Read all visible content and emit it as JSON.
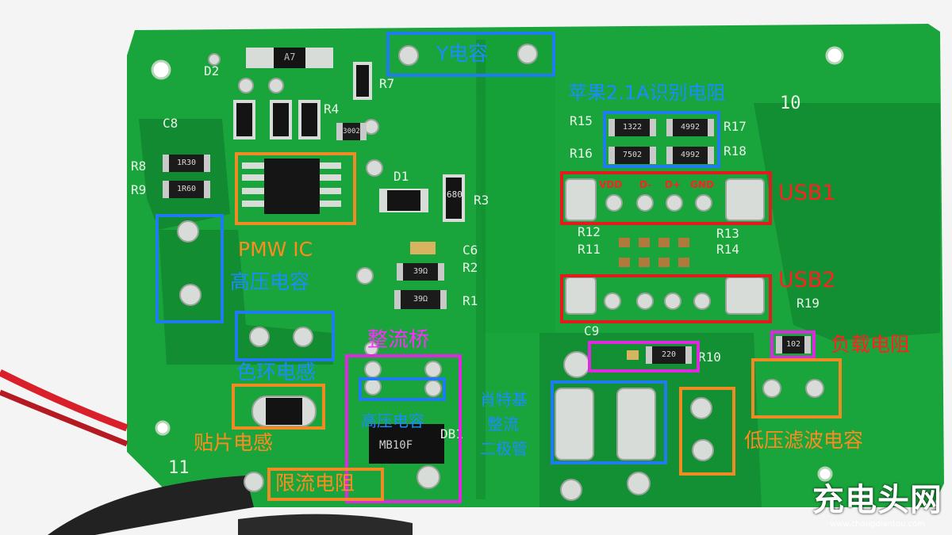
{
  "annotations": {
    "y_cap": "Y电容",
    "apple_resistor": "苹果2.1A识别电阻",
    "usb1": "USB1",
    "usb2": "USB2",
    "pwm_ic": "PMW  IC",
    "hv_cap_left": "高压电容",
    "color_ring_inductor": "色环电感",
    "bridge": "整流桥",
    "hv_cap_center": "高压电容",
    "smd_inductor": "贴片电感",
    "current_limit_resistor": "限流电阻",
    "schottky_line1": "肖特基",
    "schottky_line2": "整流",
    "schottky_line3": "二极管",
    "load_resistor": "负载电阻",
    "lv_filter_cap": "低压滤波电容"
  },
  "usb_pins": [
    "VDD",
    "D-",
    "D+",
    "GND"
  ],
  "silkscreen": {
    "d2": "D2",
    "r7": "R7",
    "r4": "R4",
    "c8": "C8",
    "r8": "R8",
    "r9": "R9",
    "d1": "D1",
    "r3": "R3",
    "c6": "C6",
    "r2": "R2",
    "r1": "R1",
    "r15": "R15",
    "r16": "R16",
    "r17": "R17",
    "r18": "R18",
    "r12": "R12",
    "r11": "R11",
    "r13": "R13",
    "r14": "R14",
    "r19": "R19",
    "r10": "R10",
    "c9": "C9",
    "db1": "DB1",
    "n10": "10",
    "n11": "11"
  },
  "components": {
    "a7_top": "A7",
    "c1r30": "1R30",
    "c1r60": "1R60",
    "c39a": "39Ω",
    "c39b": "39Ω",
    "c1322": "1322",
    "c4992a": "4992",
    "c7502": "7502",
    "c4992b": "4992",
    "c220": "220",
    "c102": "102",
    "mb10f": "MB10F",
    "c680": "680",
    "c3002": "3002"
  },
  "watermark": {
    "main": "充电头网",
    "url": "www.chongdiantou.com"
  },
  "colors": {
    "board": "#18a33a",
    "board_dark": "#0f7f2b",
    "blue": "#1e7bf0",
    "orange": "#f08a24",
    "red": "#e21c1c",
    "magenta": "#e028e0"
  }
}
